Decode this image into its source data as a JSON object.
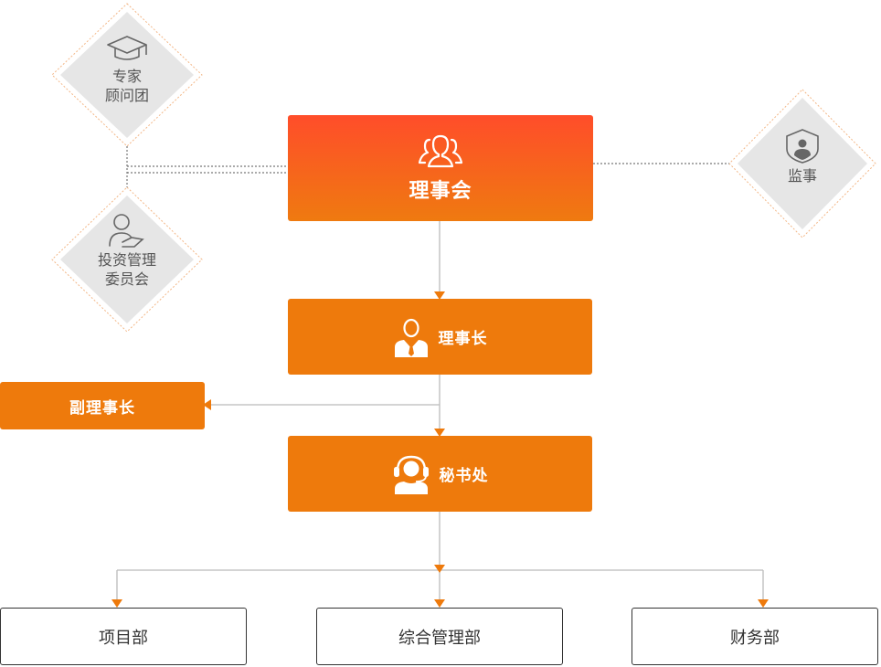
{
  "board": {
    "label": "理事会"
  },
  "chairman": {
    "label": "理事长"
  },
  "vice_chairman": {
    "label": "副理事长"
  },
  "secretariat": {
    "label": "秘书处"
  },
  "advisors": {
    "line1": "专家",
    "line2": "顾问团"
  },
  "investment": {
    "line1": "投资管理",
    "line2": "委员会"
  },
  "supervisor": {
    "label": "监事"
  },
  "departments": [
    {
      "label": "项目部"
    },
    {
      "label": "综合管理部"
    },
    {
      "label": "财务部"
    }
  ],
  "colors": {
    "accent": "#ee7a0c",
    "gradient_top": "#ff4d2a",
    "diamond_fill": "#e6e6e6",
    "connector": "#bbbbbb"
  }
}
